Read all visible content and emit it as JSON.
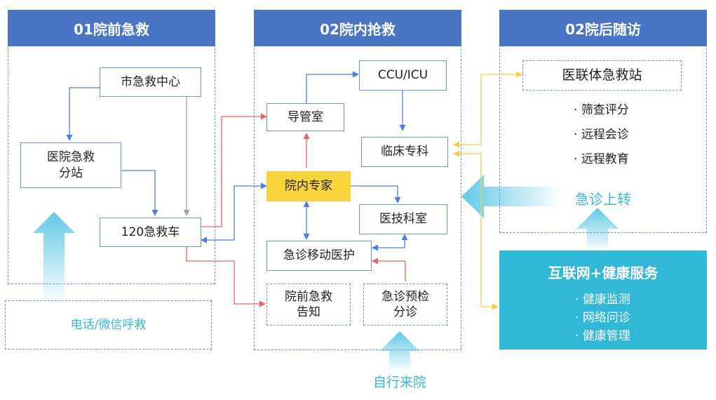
{
  "columns": {
    "pre": {
      "title": "01院前急救"
    },
    "in": {
      "title": "02院内抢救"
    },
    "post": {
      "title": "02院后随访"
    }
  },
  "nodes": {
    "city_center": "市急救中心",
    "branch": [
      "医院急救",
      "分站"
    ],
    "ambulance": "120急救车",
    "call": "电话/微信呼救",
    "cath_lab": "导管室",
    "ccu": "CCU/ICU",
    "clinical": "临床专科",
    "experts": "院内专家",
    "medtech": "医技科室",
    "mobile": "急诊移动医护",
    "notify": [
      "院前急救",
      "告知"
    ],
    "triage": [
      "急诊预检",
      "分诊"
    ],
    "walkin": "自行来院",
    "alliance": "医联体急救站",
    "transfer": "急诊上转"
  },
  "alliance_items": [
    "筛查评分",
    "远程会诊",
    "远程教育"
  ],
  "service": {
    "title": "互联网+健康服务",
    "items": [
      "健康监测",
      "网络问诊",
      "健康管理"
    ]
  },
  "colors": {
    "header": "#4a74c4",
    "border": "#6b93d6",
    "blue_arrow": "#4a7fe0",
    "red_arrow": "#f06060",
    "gray_arrow": "#a0a0a0",
    "yellow_arrow": "#f5cf3a",
    "highlight": "#f9d33b",
    "service": "#31b8d9",
    "cyan_text": "#38b7d8"
  },
  "icons": [
    "up-arrow-icon",
    "left-arrow-icon"
  ]
}
